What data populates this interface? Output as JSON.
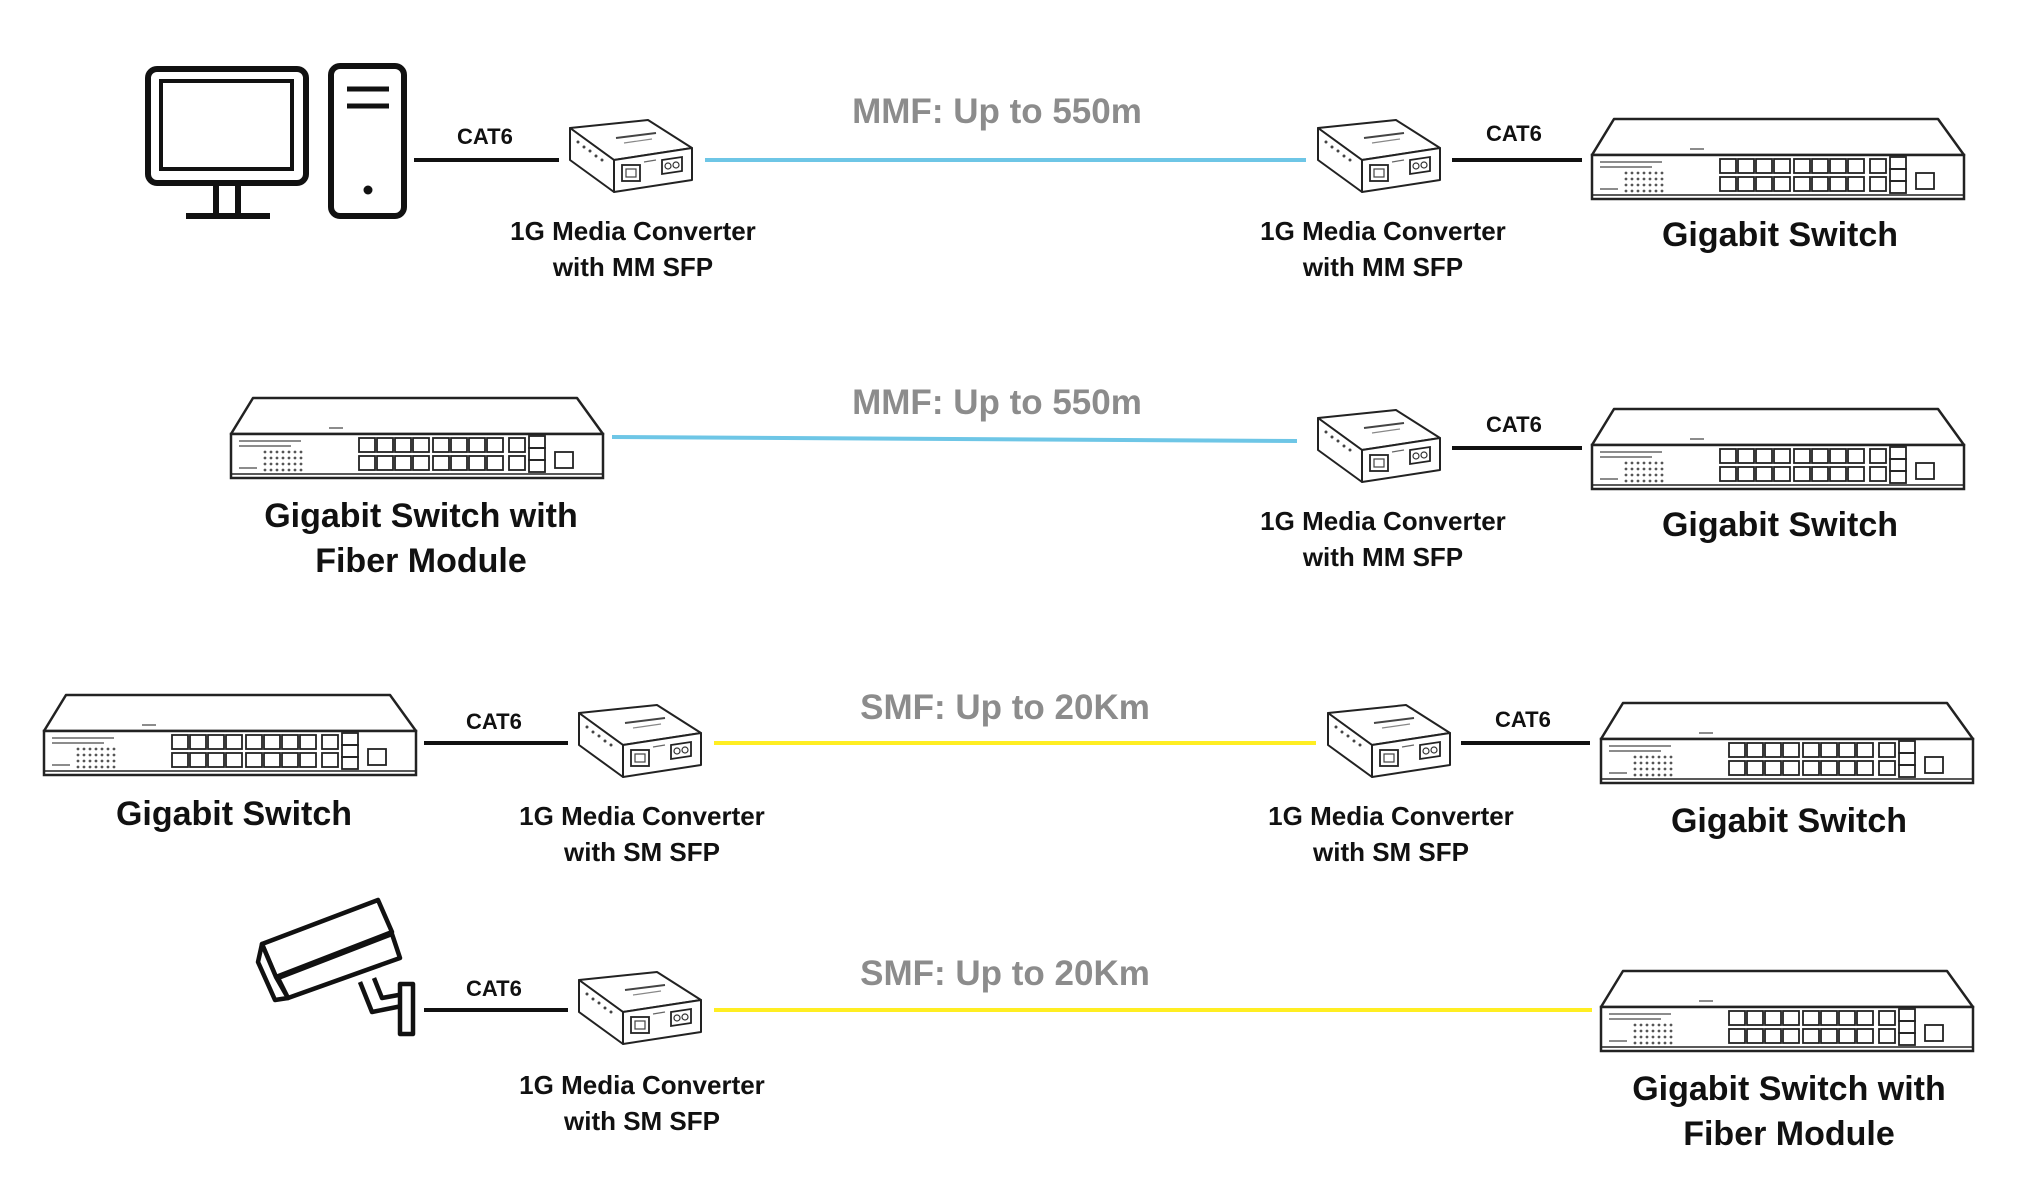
{
  "colors": {
    "mmf": "#6ec6e6",
    "smf": "#ffee22",
    "copper": "#111111",
    "distance_text": "#8c8c8c"
  },
  "cable": {
    "label": "CAT6"
  },
  "rows": [
    {
      "distance": "MMF: Up to 550m",
      "left_device": "pc-workstation-icon",
      "left_converter": [
        "1G Media Converter",
        "with MM SFP"
      ],
      "right_converter": [
        "1G Media Converter",
        "with MM SFP"
      ],
      "right_device": [
        "Gigabit Switch"
      ]
    },
    {
      "distance": "MMF: Up to 550m",
      "left_device": [
        "Gigabit Switch with",
        "Fiber Module"
      ],
      "right_converter": [
        "1G Media Converter",
        "with MM SFP"
      ],
      "right_device": [
        "Gigabit Switch"
      ]
    },
    {
      "distance": "SMF: Up to 20Km",
      "left_device": [
        "Gigabit Switch"
      ],
      "left_converter": [
        "1G Media Converter",
        "with SM SFP"
      ],
      "right_converter": [
        "1G Media Converter",
        "with SM SFP"
      ],
      "right_device": [
        "Gigabit Switch"
      ]
    },
    {
      "distance": "SMF: Up to 20Km",
      "left_device": "security-camera-icon",
      "left_converter": [
        "1G Media Converter",
        "with SM SFP"
      ],
      "right_device": [
        "Gigabit Switch with",
        "Fiber Module"
      ]
    }
  ]
}
